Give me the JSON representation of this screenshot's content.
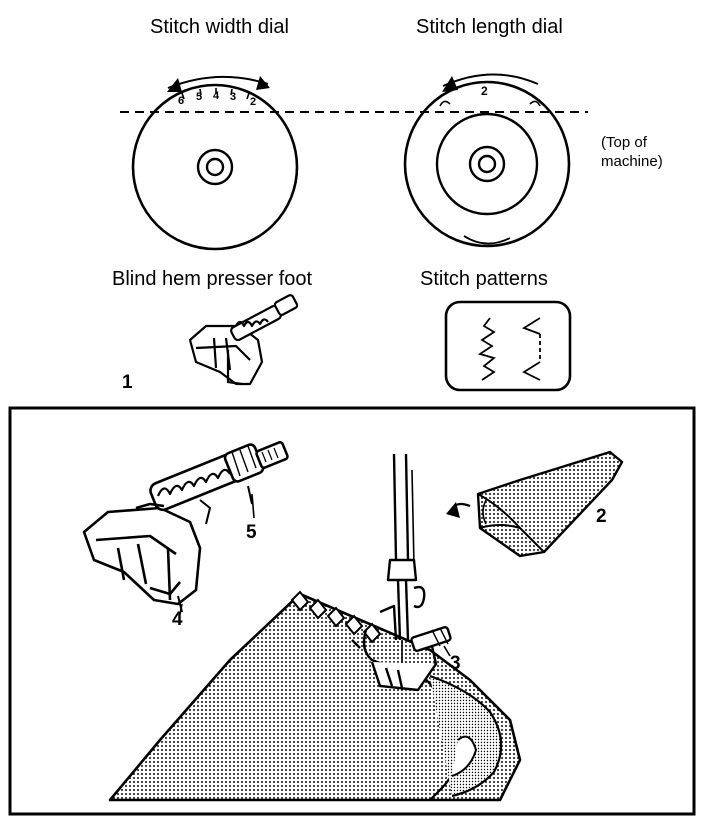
{
  "dials": {
    "width_title": "Stitch width dial",
    "length_title": "Stitch length dial",
    "width_scale": [
      "6",
      "5",
      "4",
      "3",
      "2"
    ],
    "length_mark": "2",
    "top_note_line1": "(Top of",
    "top_note_line2": "machine)"
  },
  "foot": {
    "title": "Blind hem presser foot"
  },
  "patterns": {
    "title": "Stitch patterns"
  },
  "callouts": {
    "one": "1",
    "two": "2",
    "three": "3",
    "four": "4",
    "five": "5"
  }
}
